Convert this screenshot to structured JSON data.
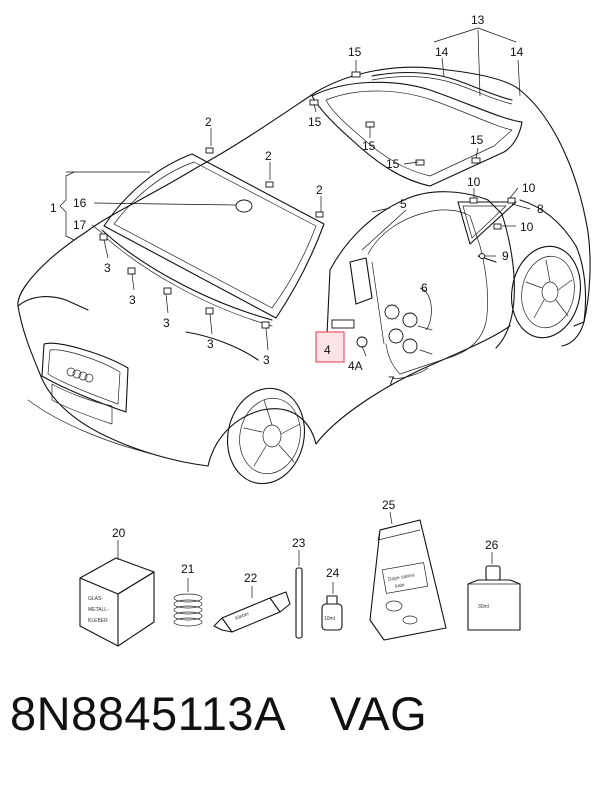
{
  "callouts": {
    "c1": "1",
    "c2a": "2",
    "c2b": "2",
    "c2c": "2",
    "c3a": "3",
    "c3b": "3",
    "c3c": "3",
    "c3d": "3",
    "c3e": "3",
    "c4": "4",
    "c4a": "4A",
    "c5": "5",
    "c6": "6",
    "c7": "7",
    "c8": "8",
    "c9": "9",
    "c10a": "10",
    "c10b": "10",
    "c10c": "10",
    "c13": "13",
    "c14a": "14",
    "c14b": "14",
    "c15a": "15",
    "c15b": "15",
    "c15c": "15",
    "c15d": "15",
    "c15e": "15",
    "c16": "16",
    "c17": "17",
    "c20": "20",
    "c21": "21",
    "c22": "22",
    "c23": "23",
    "c24": "24",
    "c25": "25",
    "c26": "26"
  },
  "product_text": {
    "glue_box": [
      "GLAS-",
      "METALL-",
      "KLEBER"
    ],
    "tube": "Kleber",
    "bottle": "10ml",
    "bag": [
      "Dope saires",
      "kate"
    ],
    "jar": "30ml"
  },
  "footer": {
    "part_number": "8N8845113A",
    "vendor": "VAG"
  },
  "colors": {
    "highlight": "#e8526a",
    "highlight_fill": "#fbe3e6"
  }
}
